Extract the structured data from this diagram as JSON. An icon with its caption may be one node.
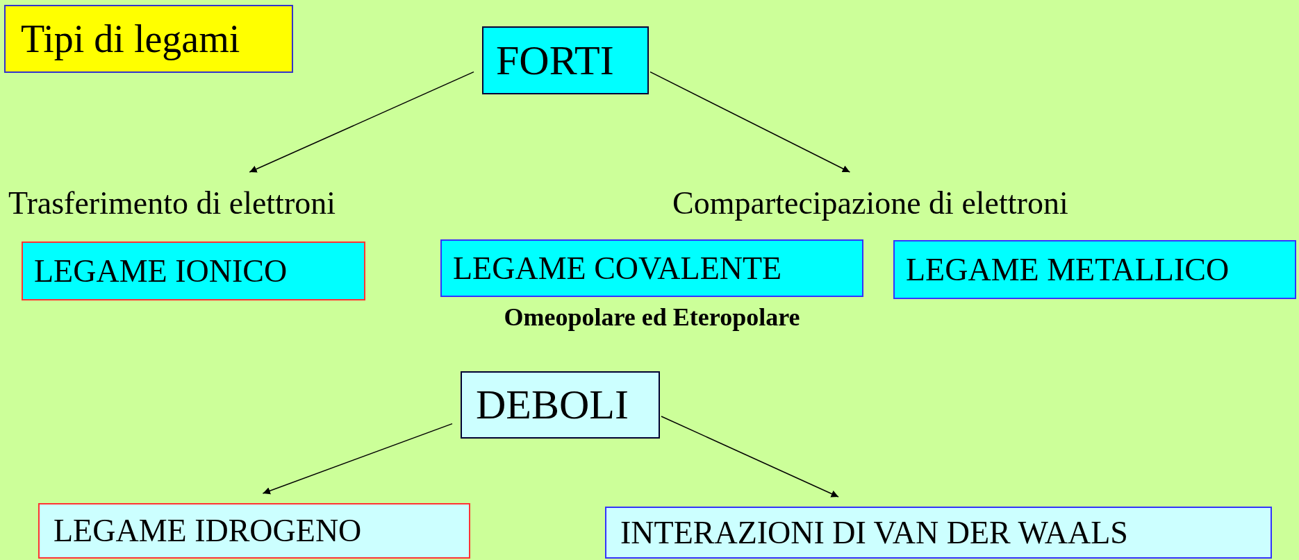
{
  "diagram": {
    "title": "Tipi di legami",
    "nodes": [
      {
        "text": [
          "FORTI"
        ]
      },
      {
        "text": [
          "Trasferimento di elettroni"
        ]
      },
      {
        "text": [
          "Compartecipazione di elettroni"
        ]
      },
      {
        "text": [
          "LEGAME IONICO"
        ]
      },
      {
        "text": [
          "LEGAME COVALENTE"
        ],
        "beside": [
          "Omeopolare ed Eteropolare"
        ]
      },
      {
        "text": [
          "LEGAME METALLICO"
        ]
      },
      {
        "text": [
          "DEBOLI"
        ]
      },
      {
        "text": [
          "LEGAME IDROGENO"
        ]
      },
      {
        "text": [
          "INTERAZIONI DI VAN DER WAALS"
        ]
      }
    ],
    "edges": [
      {
        "from": 0,
        "to": 1,
        "arrow": "to"
      },
      {
        "from": 0,
        "to": 2,
        "arrow": "to"
      },
      {
        "from": 6,
        "to": 7,
        "arrow": "to"
      },
      {
        "from": 6,
        "to": 8,
        "arrow": "to"
      }
    ]
  }
}
